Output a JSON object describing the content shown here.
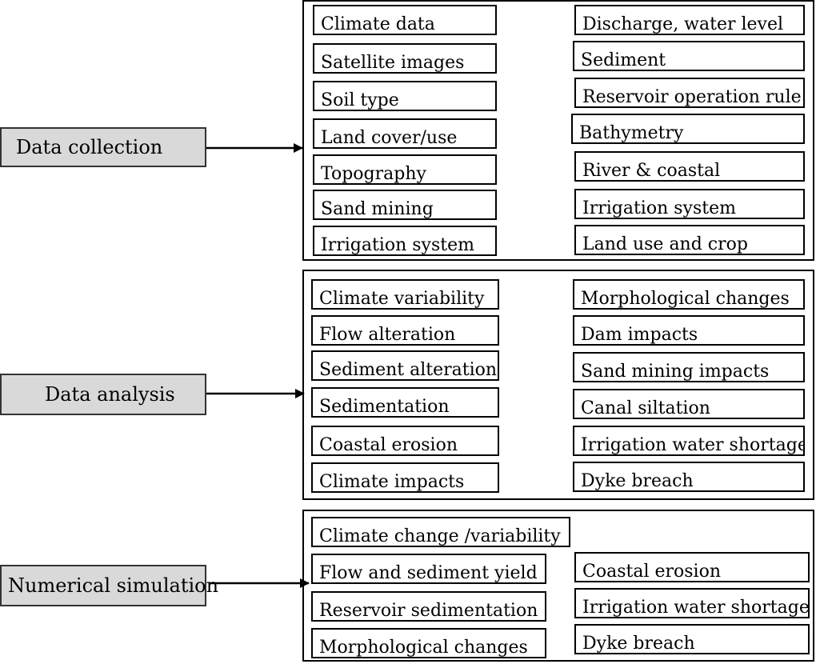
{
  "stages": [
    {
      "label": "Data collection",
      "items_left": [
        "Climate data",
        "Satellite images",
        "Soil type",
        "Land cover/use",
        "Topography",
        "Sand mining",
        "Irrigation system"
      ],
      "items_right": [
        "Discharge, water level",
        "Sediment",
        "Reservoir operation rule",
        "Bathymetry",
        "River & coastal",
        "Irrigation system",
        "Land use and crop"
      ]
    },
    {
      "label": "Data analysis",
      "items_left": [
        "Climate variability",
        "Flow alteration",
        "Sediment alteration",
        "Sedimentation",
        "Coastal erosion",
        "Climate impacts"
      ],
      "items_right": [
        "Morphological changes",
        "Dam impacts",
        "Sand mining impacts",
        "Canal siltation",
        "Irrigation water shortage",
        "Dyke breach"
      ]
    },
    {
      "label": "Numerical simulation",
      "items_left": [
        "Climate change /variability",
        "Flow and sediment yield",
        "Reservoir sedimentation",
        "Morphological changes"
      ],
      "items_right": [
        "Coastal erosion",
        "Irrigation water shortage",
        "Dyke breach"
      ]
    }
  ]
}
